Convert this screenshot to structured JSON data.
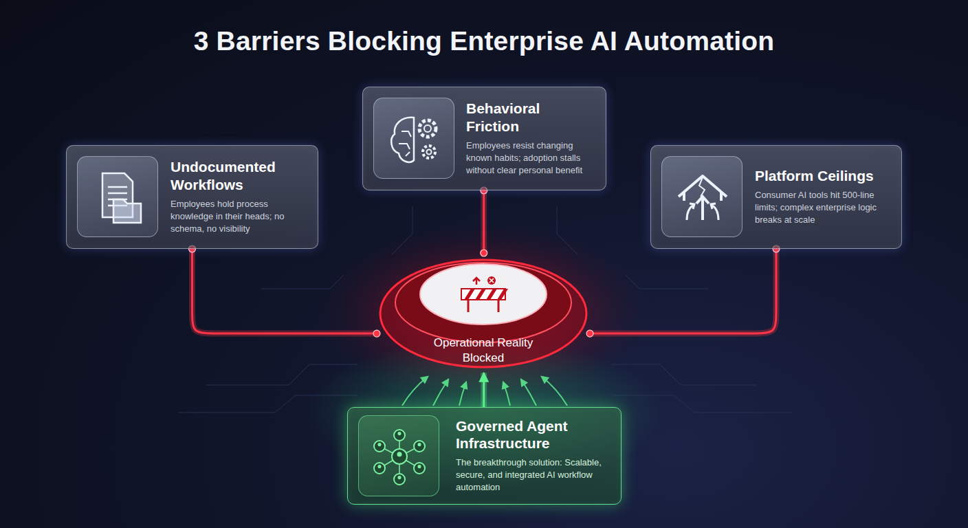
{
  "diagram": {
    "title": "3 Barriers Blocking Enterprise AI Automation",
    "nodes": [
      {
        "text": [
          "Behavioral Friction",
          "Employees resist changing known habits; adoption stalls without clear personal benefit"
        ]
      },
      {
        "text": [
          "Undocumented Workflows",
          "Employees hold process knowledge in their heads; no schema, no visibility"
        ]
      },
      {
        "text": [
          "Platform Ceilings",
          "Consumer AI tools hit 500-line limits; complex enterprise logic breaks at scale"
        ]
      },
      {
        "text": [
          "Operational Reality Blocked"
        ]
      },
      {
        "text": [
          "Governed Agent Infrastructure",
          "The breakthrough solution: Scalable, secure, and integrated AI workflow automation"
        ]
      }
    ],
    "edges": [
      {
        "from": 1,
        "to": 3,
        "arrow": "none"
      },
      {
        "from": 0,
        "to": 3,
        "arrow": "none"
      },
      {
        "from": 2,
        "to": 3,
        "arrow": "none"
      },
      {
        "from": 4,
        "to": 3,
        "arrow": "to"
      }
    ]
  }
}
